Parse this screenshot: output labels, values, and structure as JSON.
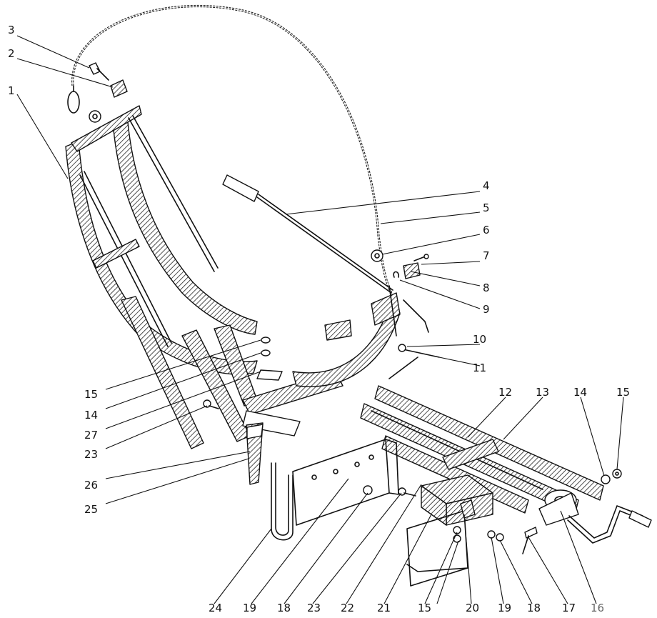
{
  "labels": [
    {
      "text": "3",
      "color": "#111111"
    },
    {
      "text": "2",
      "color": "#111111"
    },
    {
      "text": "1",
      "color": "#111111"
    },
    {
      "text": "4",
      "color": "#111111"
    },
    {
      "text": "5",
      "color": "#111111"
    },
    {
      "text": "6",
      "color": "#111111"
    },
    {
      "text": "7",
      "color": "#111111"
    },
    {
      "text": "8",
      "color": "#111111"
    },
    {
      "text": "9",
      "color": "#111111"
    },
    {
      "text": "10",
      "color": "#111111"
    },
    {
      "text": "11",
      "color": "#111111"
    },
    {
      "text": "12",
      "color": "#111111"
    },
    {
      "text": "13",
      "color": "#111111"
    },
    {
      "text": "14",
      "color": "#111111"
    },
    {
      "text": "15",
      "color": "#111111"
    },
    {
      "text": "15",
      "color": "#111111"
    },
    {
      "text": "14",
      "color": "#111111"
    },
    {
      "text": "27",
      "color": "#111111"
    },
    {
      "text": "23",
      "color": "#111111"
    },
    {
      "text": "26",
      "color": "#111111"
    },
    {
      "text": "25",
      "color": "#111111"
    },
    {
      "text": "24",
      "color": "#111111"
    },
    {
      "text": "19",
      "color": "#111111"
    },
    {
      "text": "18",
      "color": "#111111"
    },
    {
      "text": "23",
      "color": "#111111"
    },
    {
      "text": "22",
      "color": "#111111"
    },
    {
      "text": "21",
      "color": "#111111"
    },
    {
      "text": "15",
      "color": "#111111"
    },
    {
      "text": "20",
      "color": "#111111"
    },
    {
      "text": "19",
      "color": "#111111"
    },
    {
      "text": "18",
      "color": "#111111"
    },
    {
      "text": "17",
      "color": "#111111"
    },
    {
      "text": "16",
      "color": "#666666"
    }
  ]
}
